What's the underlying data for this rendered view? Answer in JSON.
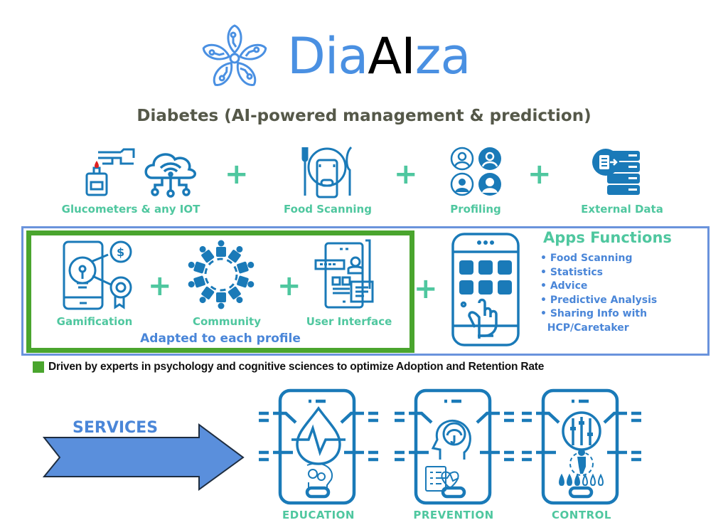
{
  "logo": {
    "name_part1": "Dia",
    "name_part2": "AI",
    "name_part3": "za",
    "icon": "flower-circuit-icon"
  },
  "subtitle": "Diabetes (AI-powered management & prediction)",
  "inputs": [
    {
      "label": "Glucometers & any IOT",
      "icons": [
        "glucometer-icon",
        "cloud-iot-icon"
      ]
    },
    {
      "label": "Food Scanning",
      "icons": [
        "food-scanning-icon"
      ]
    },
    {
      "label": "Profiling",
      "icons": [
        "profiles-icon"
      ]
    },
    {
      "label": "External Data",
      "icons": [
        "external-data-server-icon"
      ]
    }
  ],
  "plus_sign": "+",
  "adapted": {
    "items": [
      {
        "label": "Gamification",
        "icon": "gamification-icon"
      },
      {
        "label": "Community",
        "icon": "community-icon"
      },
      {
        "label": "User Interface",
        "icon": "user-interface-icon"
      }
    ],
    "caption": "Adapted to each profile"
  },
  "apps": {
    "title": "Apps Functions",
    "icon": "smartphone-apps-icon",
    "functions": [
      "Food Scanning",
      "Statistics",
      "Advice",
      "Predictive Analysis",
      "Sharing Info with"
    ],
    "functions_continuation": "HCP/Caretaker"
  },
  "legend": {
    "text": "Driven by experts in psychology and cognitive sciences to optimize  Adoption and Retention Rate",
    "color": "#4aa52e"
  },
  "services": {
    "label": "SERVICES",
    "items": [
      {
        "label": "EDUCATION",
        "icon": "education-phone-icon"
      },
      {
        "label": "PREVENTION",
        "icon": "prevention-phone-icon"
      },
      {
        "label": "CONTROL",
        "icon": "control-phone-icon"
      }
    ]
  },
  "colors": {
    "icon_blue": "#1a7ab8",
    "teal": "#4fc79f",
    "light_blue": "#4a86d8",
    "green": "#4aa52e",
    "logo_blue": "#4a90e2"
  }
}
